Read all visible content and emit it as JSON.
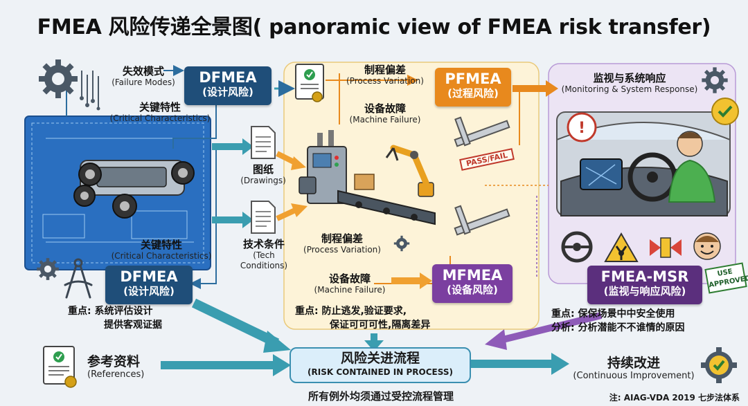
{
  "title": "FMEA 风险传递全景图( panoramic view of FMEA risk transfer)",
  "design": {
    "failure_modes_cn": "失效模式",
    "failure_modes_en": "(Failure Modes)",
    "critical_char_top_cn": "关键特性",
    "critical_char_top_en": "(Critical Characteristics)",
    "critical_char_bottom_cn": "关键特性",
    "critical_char_bottom_en": "(Critical Characteristics)",
    "dfmea_top": {
      "name": "DFMEA",
      "sub": "(设计风险)"
    },
    "dfmea_bottom": {
      "name": "DFMEA",
      "sub": "(设计风险)"
    },
    "focus_label": "重点:",
    "focus_line1": "系统评估设计",
    "focus_line2": "提供客观证据"
  },
  "docs": {
    "drawings_cn": "图纸",
    "drawings_en": "(Drawings)",
    "tech_cn": "技术条件",
    "tech_en_1": "(Tech",
    "tech_en_2": "Conditions)"
  },
  "process": {
    "pv_top_cn": "制程偏差",
    "pv_top_en": "(Process Variation)",
    "mf_top_cn": "设备故障",
    "mf_top_en": "(Machine Failure)",
    "pv_mid_cn": "制程偏差",
    "pv_mid_en": "(Process Variation)",
    "mf_bottom_cn": "设备故障",
    "mf_bottom_en": "(Machine Failure)",
    "pass_fail": "PASS/FAIL",
    "pfmea": {
      "name": "PFMEA",
      "sub": "(过程风险)"
    },
    "mfmea": {
      "name": "MFMEA",
      "sub": "(设备风险)"
    },
    "focus_label": "重点:",
    "focus_line1": "防止逃发,验证要求,",
    "focus_line2": "保证可可可性,隔离差异"
  },
  "monitor": {
    "title_cn": "监视与系统响应",
    "title_en": "(Monitoring & System Response)",
    "badge": {
      "name": "FMEA-MSR",
      "sub": "(监视与响应风险)"
    },
    "use_approved_1": "USE",
    "use_approved_2": "APPROVED",
    "focus_label": "重点:",
    "focus_text": "保保场景中中安全使用",
    "analysis_label": "分析:",
    "analysis_text": "分析潜能不不谁情的原因"
  },
  "bottom": {
    "references_cn": "参考资料",
    "references_en": "(References)",
    "risk_cn": "风险关进流程",
    "risk_en": "(RISK CONTAINED IN PROCESS)",
    "risk_note": "所有例外均须通过受控流程管理",
    "ci_cn": "持续改进",
    "ci_en": "(Continuous Improvement)",
    "footnote": "注: AIAG-VDA 2019 七步法体系"
  },
  "colors": {
    "dfmea": "#1f4e79",
    "pfmea": "#e8891d",
    "mfmea": "#7b3fa0",
    "msr": "#5b2f7d",
    "risk_box": "#dbeefa",
    "teal_arrow": "#3a9db0",
    "orange_arrow": "#f0a030",
    "purple_arrow": "#8e5bb8"
  }
}
